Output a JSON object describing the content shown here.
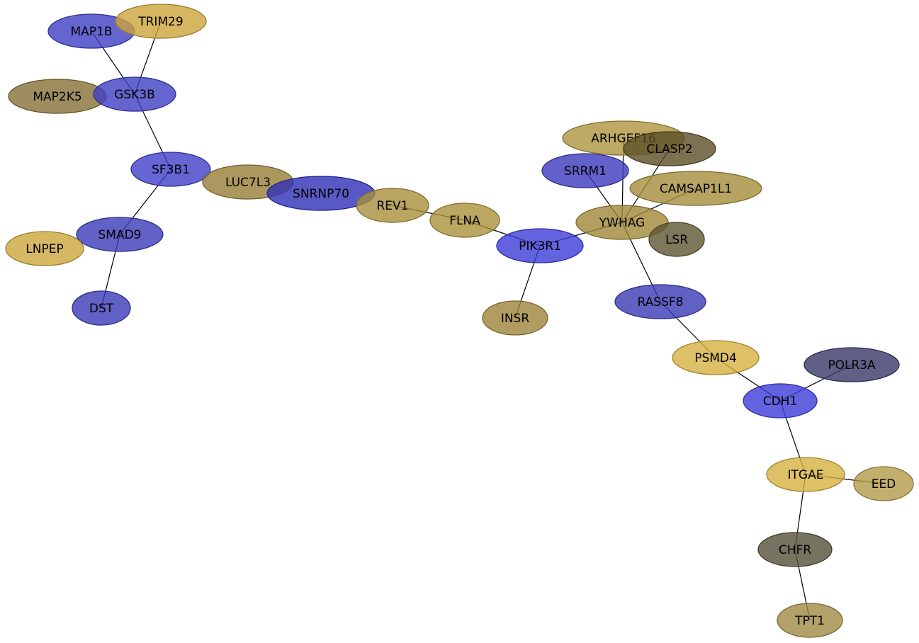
{
  "palette": {
    "edge": "#000000",
    "label": "#000000"
  },
  "nodes": [
    {
      "id": "MAP1B",
      "label": "MAP1B",
      "fill": "#3e3ec4"
    },
    {
      "id": "TRIM29",
      "label": "TRIM29",
      "fill": "#cca43a"
    },
    {
      "id": "MAP2K5",
      "label": "MAP2K5",
      "fill": "#867136"
    },
    {
      "id": "GSK3B",
      "label": "GSK3B",
      "fill": "#3e3ec4"
    },
    {
      "id": "SF3B1",
      "label": "SF3B1",
      "fill": "#3e3ec8"
    },
    {
      "id": "LUC7L3",
      "label": "LUC7L3",
      "fill": "#977e37"
    },
    {
      "id": "SNRNP70",
      "label": "SNRNP70",
      "fill": "#3030b8"
    },
    {
      "id": "REV1",
      "label": "REV1",
      "fill": "#a98e3b"
    },
    {
      "id": "FLNA",
      "label": "FLNA",
      "fill": "#aa903b"
    },
    {
      "id": "SMAD9",
      "label": "SMAD9",
      "fill": "#3a3ab8"
    },
    {
      "id": "LNPEP",
      "label": "LNPEP",
      "fill": "#cca63c"
    },
    {
      "id": "DST",
      "label": "DST",
      "fill": "#3a3ab8"
    },
    {
      "id": "PIK3R1",
      "label": "PIK3R1",
      "fill": "#3c3cd8"
    },
    {
      "id": "INSR",
      "label": "INSR",
      "fill": "#9e853a"
    },
    {
      "id": "ARHGEF16",
      "label": "ARHGEF16",
      "fill": "#ae933e"
    },
    {
      "id": "SRRM1",
      "label": "SRRM1",
      "fill": "#3a3abc"
    },
    {
      "id": "CLASP2",
      "label": "CLASP2",
      "fill": "#5b4f25"
    },
    {
      "id": "CAMSAP1L1",
      "label": "CAMSAP1L1",
      "fill": "#a58d3c"
    },
    {
      "id": "YWHAG",
      "label": "YWHAG",
      "fill": "#a08839"
    },
    {
      "id": "LSR",
      "label": "LSR",
      "fill": "#5e5533"
    },
    {
      "id": "RASSF8",
      "label": "RASSF8",
      "fill": "#3a3ab4"
    },
    {
      "id": "PSMD4",
      "label": "PSMD4",
      "fill": "#d6b041"
    },
    {
      "id": "POLR3A",
      "label": "POLR3A",
      "fill": "#383868"
    },
    {
      "id": "CDH1",
      "label": "CDH1",
      "fill": "#3c3cd8"
    },
    {
      "id": "ITGAE",
      "label": "ITGAE",
      "fill": "#d6b041"
    },
    {
      "id": "EED",
      "label": "EED",
      "fill": "#b39a48"
    },
    {
      "id": "CHFR",
      "label": "CHFR",
      "fill": "#545039"
    },
    {
      "id": "TPT1",
      "label": "TPT1",
      "fill": "#a08a45"
    }
  ],
  "edges": [
    [
      "MAP1B",
      "GSK3B"
    ],
    [
      "TRIM29",
      "GSK3B"
    ],
    [
      "GSK3B",
      "SF3B1"
    ],
    [
      "SF3B1",
      "SMAD9"
    ],
    [
      "SMAD9",
      "DST"
    ],
    [
      "REV1",
      "FLNA"
    ],
    [
      "FLNA",
      "PIK3R1"
    ],
    [
      "PIK3R1",
      "INSR"
    ],
    [
      "PIK3R1",
      "YWHAG"
    ],
    [
      "YWHAG",
      "ARHGEF16"
    ],
    [
      "YWHAG",
      "SRRM1"
    ],
    [
      "YWHAG",
      "CLASP2"
    ],
    [
      "YWHAG",
      "CAMSAP1L1"
    ],
    [
      "YWHAG",
      "RASSF8"
    ],
    [
      "RASSF8",
      "PSMD4"
    ],
    [
      "PSMD4",
      "CDH1"
    ],
    [
      "CDH1",
      "POLR3A"
    ],
    [
      "CDH1",
      "ITGAE"
    ],
    [
      "ITGAE",
      "EED"
    ],
    [
      "ITGAE",
      "CHFR"
    ],
    [
      "CHFR",
      "TPT1"
    ]
  ]
}
